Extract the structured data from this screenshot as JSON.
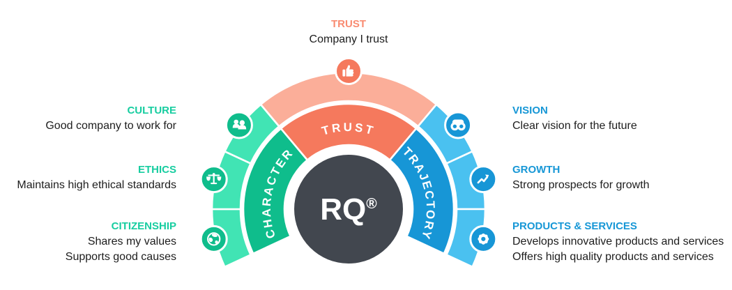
{
  "colors": {
    "mint": "#41e4b4",
    "green": "#0fbd8c",
    "salmon_light": "#fbae99",
    "salmon": "#f5795d",
    "blue_light": "#4ac1f0",
    "blue": "#1796d6",
    "dark": "#42474f",
    "heading_green": "#17cda0",
    "heading_salmon": "#f98b71",
    "heading_blue": "#1797d6",
    "body_text": "#1d1d1d",
    "white": "#ffffff"
  },
  "center": {
    "label": "RQ",
    "mark": "®"
  },
  "arcs": {
    "character": "CHARACTER",
    "trust": "TRUST",
    "trajectory": "TRAJECTORY"
  },
  "callouts": {
    "trust": {
      "heading": "TRUST",
      "lines": [
        "Company I trust"
      ]
    },
    "culture": {
      "heading": "CULTURE",
      "lines": [
        "Good company to work for"
      ]
    },
    "ethics": {
      "heading": "ETHICS",
      "lines": [
        "Maintains high ethical standards"
      ]
    },
    "citizenship": {
      "heading": "CITIZENSHIP",
      "lines": [
        "Shares my values",
        "Supports good causes"
      ]
    },
    "vision": {
      "heading": "VISION",
      "lines": [
        "Clear vision for the future"
      ]
    },
    "growth": {
      "heading": "GROWTH",
      "lines": [
        "Strong prospects for growth"
      ]
    },
    "products": {
      "heading": "PRODUCTS & SERVICES",
      "lines": [
        "Develops innovative products and services",
        "Offers high quality products and services"
      ]
    }
  },
  "icons": {
    "culture": "people-icon",
    "ethics": "scales-icon",
    "citizenship": "globe-icon",
    "trust": "thumbs-up-icon",
    "vision": "binoculars-icon",
    "growth": "trend-up-icon",
    "products": "gear-icon"
  }
}
